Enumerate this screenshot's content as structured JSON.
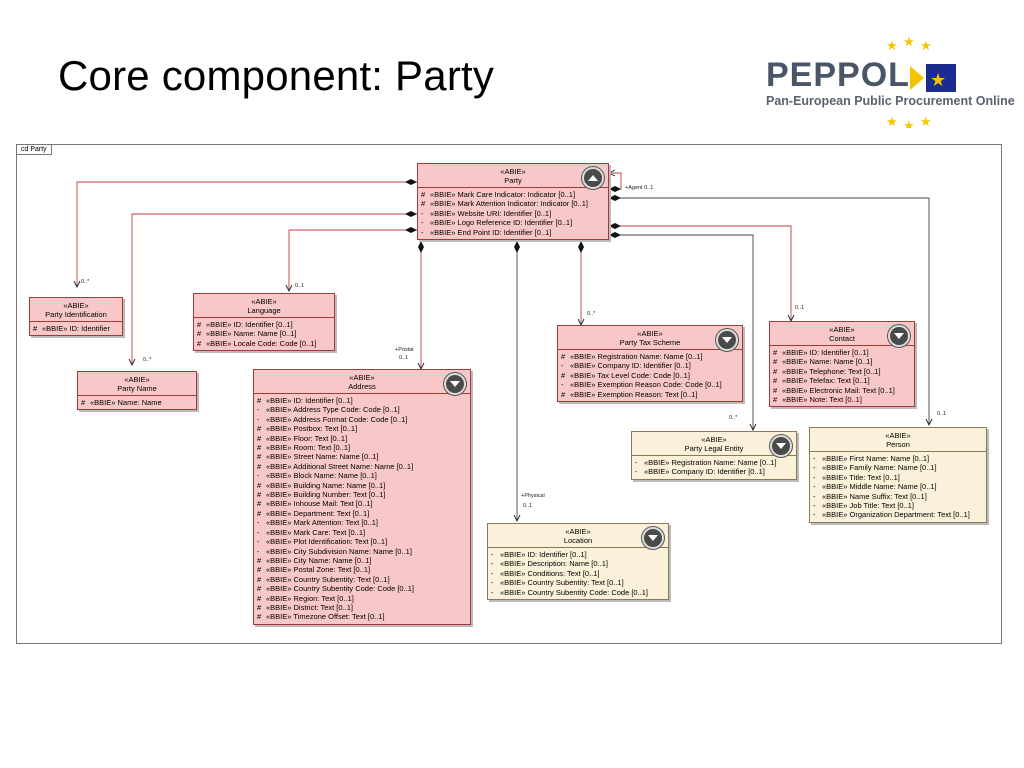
{
  "title": "Core component: Party",
  "logo": {
    "word": "PEPPOL",
    "subtitle": "Pan-European Public Procurement Online"
  },
  "diagram": {
    "frame_label": "cd Party",
    "classes": [
      {
        "id": "party",
        "stereotype": "«ABIE»",
        "name": "Party",
        "toggle": "up",
        "attrs": [
          {
            "vis": "#",
            "text": "«BBIE» Mark Care Indicator:  Indicator [0..1]"
          },
          {
            "vis": "#",
            "text": "«BBIE» Mark Attention Indicator:  Indicator [0..1]"
          },
          {
            "vis": "-",
            "text": "«BBIE» Website URI:  Identifier [0..1]"
          },
          {
            "vis": "-",
            "text": "«BBIE» Logo Reference ID:  Identifier [0..1]"
          },
          {
            "vis": "-",
            "text": "«BBIE» End Point ID:  Identifier [0..1]"
          }
        ]
      },
      {
        "id": "partyid",
        "stereotype": "«ABIE»",
        "name": "Party Identification",
        "attrs": [
          {
            "vis": "#",
            "text": "«BBIE» ID:  Identifier"
          }
        ]
      },
      {
        "id": "language",
        "stereotype": "«ABIE»",
        "name": "Language",
        "attrs": [
          {
            "vis": "#",
            "text": "«BBIE» ID:  Identifier [0..1]"
          },
          {
            "vis": "#",
            "text": "«BBIE» Name:  Name [0..1]"
          },
          {
            "vis": "#",
            "text": "«BBIE» Locale Code:  Code [0..1]"
          }
        ]
      },
      {
        "id": "partyname",
        "stereotype": "«ABIE»",
        "name": "Party Name",
        "attrs": [
          {
            "vis": "#",
            "text": "«BBIE» Name:  Name"
          }
        ]
      },
      {
        "id": "address",
        "stereotype": "«ABIE»",
        "name": "Address",
        "toggle": "down",
        "attrs": [
          {
            "vis": "#",
            "text": "«BBIE» ID:  Identifier [0..1]"
          },
          {
            "vis": "-",
            "text": "«BBIE» Address Type Code:  Code [0..1]"
          },
          {
            "vis": "-",
            "text": "«BBIE» Address Format Code:  Code [0..1]"
          },
          {
            "vis": "#",
            "text": "«BBIE» Postbox:  Text [0..1]"
          },
          {
            "vis": "#",
            "text": "«BBIE» Floor:  Text [0..1]"
          },
          {
            "vis": "#",
            "text": "«BBIE» Room:  Text [0..1]"
          },
          {
            "vis": "#",
            "text": "«BBIE» Street Name:  Name [0..1]"
          },
          {
            "vis": "#",
            "text": "«BBIE» Additional Street Name:  Name [0..1]"
          },
          {
            "vis": "-",
            "text": "«BBIE» Block Name:  Name [0..1]"
          },
          {
            "vis": "#",
            "text": "«BBIE» Building Name:  Name [0..1]"
          },
          {
            "vis": "#",
            "text": "«BBIE» Building Number:  Text [0..1]"
          },
          {
            "vis": "#",
            "text": "«BBIE» Inhouse Mail:  Text [0..1]"
          },
          {
            "vis": "#",
            "text": "«BBIE» Department:  Text [0..1]"
          },
          {
            "vis": "-",
            "text": "«BBIE» Mark Attention:  Text [0..1]"
          },
          {
            "vis": "-",
            "text": "«BBIE» Mark Care:  Text [0..1]"
          },
          {
            "vis": "-",
            "text": "«BBIE» Plot Identification:  Text [0..1]"
          },
          {
            "vis": "-",
            "text": "«BBIE» City Subdivision Name:  Name [0..1]"
          },
          {
            "vis": "#",
            "text": "«BBIE» City Name:  Name [0..1]"
          },
          {
            "vis": "#",
            "text": "«BBIE» Postal Zone:  Text [0..1]"
          },
          {
            "vis": "#",
            "text": "«BBIE» Country Subentity:  Text [0..1]"
          },
          {
            "vis": "#",
            "text": "«BBIE» Country Subentity Code:  Code [0..1]"
          },
          {
            "vis": "#",
            "text": "«BBIE» Region:  Text [0..1]"
          },
          {
            "vis": "#",
            "text": "«BBIE» District:  Text [0..1]"
          },
          {
            "vis": "#",
            "text": "«BBIE» Timezone Offset:  Text [0..1]"
          }
        ]
      },
      {
        "id": "taxscheme",
        "stereotype": "«ABIE»",
        "name": "Party Tax Scheme",
        "toggle": "down",
        "attrs": [
          {
            "vis": "#",
            "text": "«BBIE» Registration Name:  Name [0..1]"
          },
          {
            "vis": "-",
            "text": "«BBIE» Company ID:  Identifier [0..1]"
          },
          {
            "vis": "#",
            "text": "«BBIE» Tax Level Code:  Code [0..1]"
          },
          {
            "vis": "-",
            "text": "«BBIE» Exemption Reason Code:  Code [0..1]"
          },
          {
            "vis": "#",
            "text": "«BBIE» Exemption Reason:  Text [0..1]"
          }
        ]
      },
      {
        "id": "contact",
        "stereotype": "«ABIE»",
        "name": "Contact",
        "toggle": "down",
        "attrs": [
          {
            "vis": "#",
            "text": "«BBIE» ID:  Identifier [0..1]"
          },
          {
            "vis": "#",
            "text": "«BBIE» Name:  Name [0..1]"
          },
          {
            "vis": "#",
            "text": "«BBIE» Telephone:  Text [0..1]"
          },
          {
            "vis": "#",
            "text": "«BBIE» Telefax:  Text [0..1]"
          },
          {
            "vis": "#",
            "text": "«BBIE» Electronic Mail:  Text [0..1]"
          },
          {
            "vis": "#",
            "text": "«BBIE» Note:  Text [0..1]"
          }
        ]
      },
      {
        "id": "legal",
        "stereotype": "«ABIE»",
        "name": "Party Legal Entity",
        "toggle": "down",
        "beige": true,
        "attrs": [
          {
            "vis": "-",
            "text": "«BBIE» Registration Name:  Name [0..1]"
          },
          {
            "vis": "-",
            "text": "«BBIE» Company ID:  Identifier [0..1]"
          }
        ]
      },
      {
        "id": "person",
        "stereotype": "«ABIE»",
        "name": "Person",
        "beige": true,
        "attrs": [
          {
            "vis": "-",
            "text": "«BBIE» First Name:  Name [0..1]"
          },
          {
            "vis": "-",
            "text": "«BBIE» Family Name:  Name [0..1]"
          },
          {
            "vis": "-",
            "text": "«BBIE» Title:  Text [0..1]"
          },
          {
            "vis": "-",
            "text": "«BBIE» Middle Name:  Name [0..1]"
          },
          {
            "vis": "-",
            "text": "«BBIE» Name Suffix:  Text [0..1]"
          },
          {
            "vis": "-",
            "text": "«BBIE» Job Title:  Text [0..1]"
          },
          {
            "vis": "-",
            "text": "«BBIE» Organization Department:  Text [0..1]"
          }
        ]
      },
      {
        "id": "location",
        "stereotype": "«ABIE»",
        "name": "Location",
        "toggle": "down",
        "beige": true,
        "attrs": [
          {
            "vis": "-",
            "text": "«BBIE» ID:  Identifier [0..1]"
          },
          {
            "vis": "-",
            "text": "«BBIE» Description:  Name [0..1]"
          },
          {
            "vis": "-",
            "text": "«BBIE» Conditions:  Text [0..1]"
          },
          {
            "vis": "-",
            "text": "«BBIE» Country Subentity:  Text [0..1]"
          },
          {
            "vis": "-",
            "text": "«BBIE» Country Subentity Code:  Code [0..1]"
          }
        ]
      }
    ],
    "multiplicity_labels": {
      "agent": "+Agent 0..1",
      "partyid": "0..*",
      "language": "0..1",
      "partyname": "0..*",
      "postal_role": "+Postal",
      "postal_mult": "0..1",
      "taxscheme": "0..*",
      "contact": "0..1",
      "legal": "0..*",
      "person": "0..1",
      "physical_role": "+Physical",
      "physical_mult": "0..1"
    },
    "colors": {
      "abie_fill": "#f8c8c8",
      "abie_border": "#a33a3a",
      "beige_fill": "#fbf1da",
      "connector": "#c04040",
      "connector_alt": "#444444"
    }
  }
}
